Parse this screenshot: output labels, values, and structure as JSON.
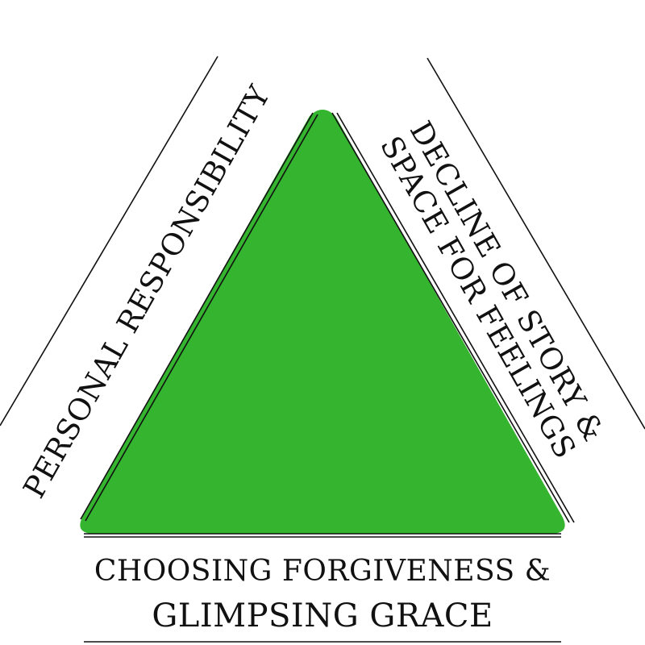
{
  "colors": {
    "triangle_fill": "#35b42f",
    "line_color": "#111111",
    "text_color": "#111111",
    "background": "#ffffff"
  },
  "labels": {
    "left_side": "PERSONAL RESPONSIBILITY",
    "right_side_line1": "DECLINE OF STORY &",
    "right_side_line2": "SPACE FOR FEELINGS",
    "bottom_line1": "CHOOSING FORGIVENESS &",
    "bottom_line2": "GLIMPSING GRACE"
  }
}
